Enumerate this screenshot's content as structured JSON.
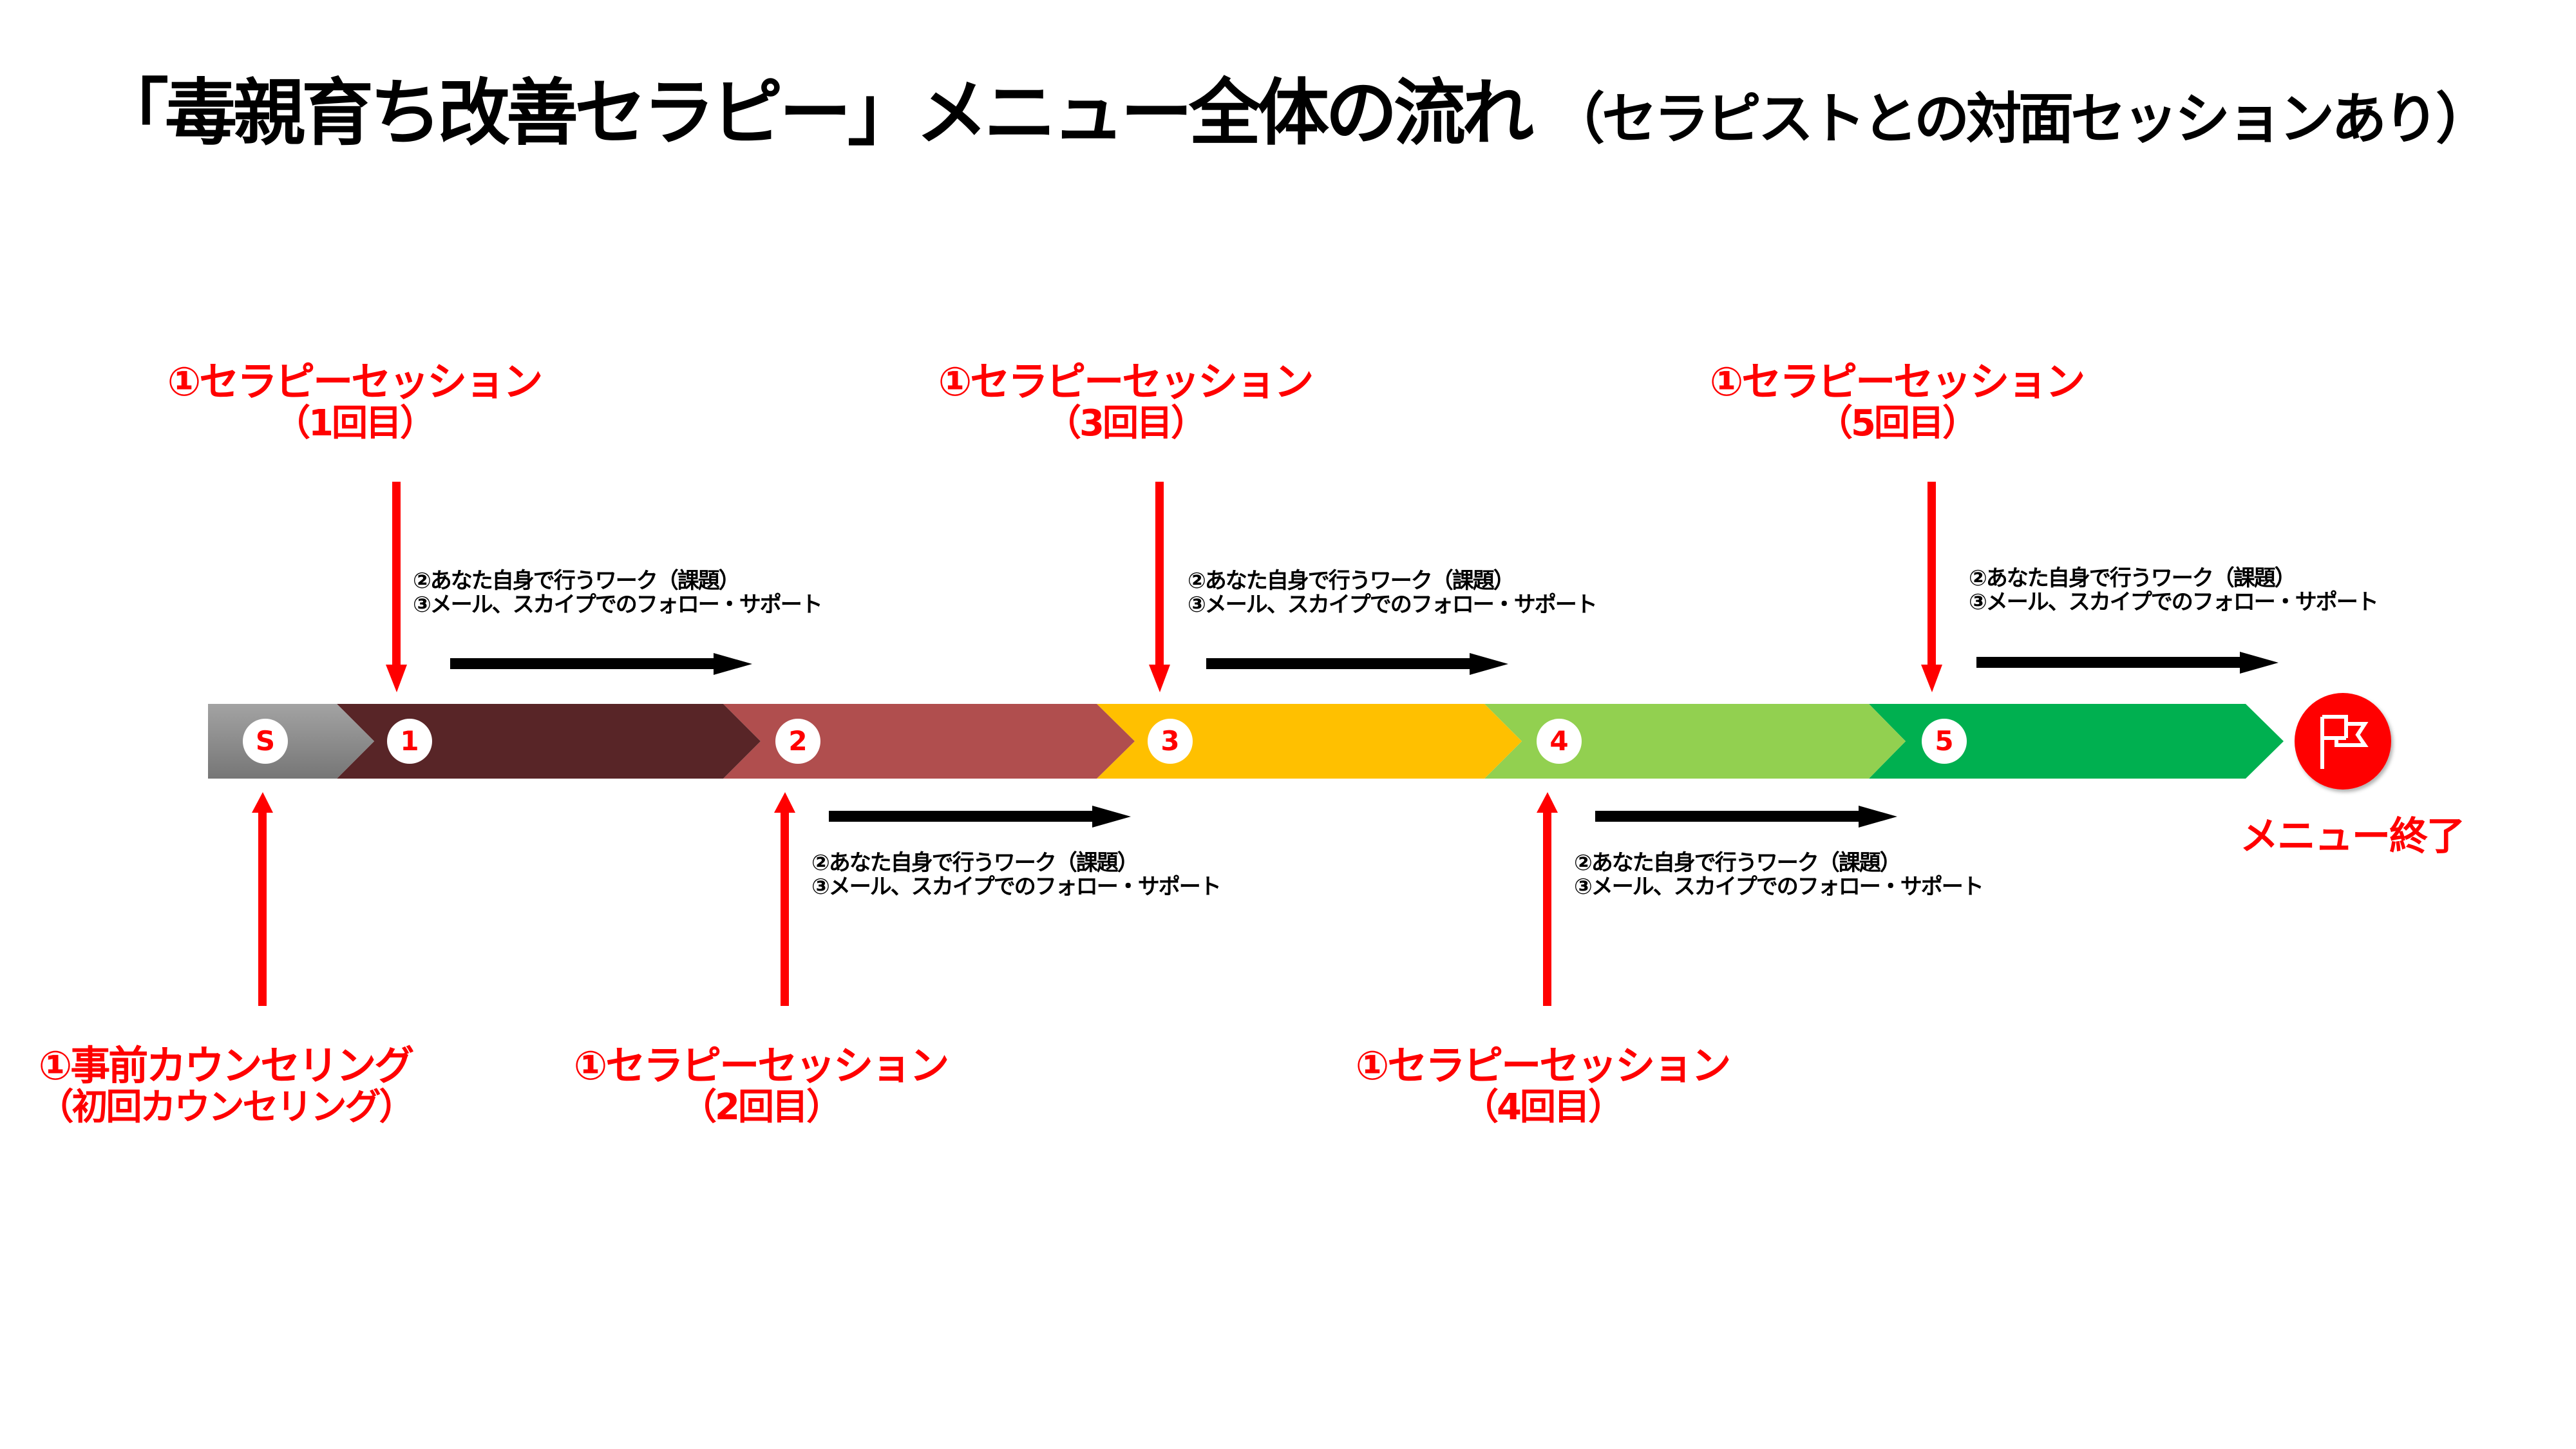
{
  "title": {
    "main": "「毒親育ち改善セラピー」メニュー全体の流れ",
    "sub": "（セラピストとの対面セッションあり）"
  },
  "colors": {
    "accent_red": "#ff0000",
    "stage_s": "#8c8c8c",
    "stage_1": "#582527",
    "stage_2": "#b04e4e",
    "stage_3": "#ffc000",
    "stage_4": "#92d050",
    "stage_5": "#00b050",
    "end": "#ff0000"
  },
  "stages": [
    {
      "badge": "S",
      "color": "#8c8c8c"
    },
    {
      "badge": "1",
      "color": "#582527"
    },
    {
      "badge": "2",
      "color": "#b04e4e"
    },
    {
      "badge": "3",
      "color": "#ffc000"
    },
    {
      "badge": "4",
      "color": "#92d050"
    },
    {
      "badge": "5",
      "color": "#00b050"
    }
  ],
  "sessions": [
    {
      "line1": "①事前カウンセリング",
      "line2": "（初回カウンセリング）",
      "position": "below"
    },
    {
      "line1": "①セラピーセッション",
      "line2": "（1回目）",
      "position": "above"
    },
    {
      "line1": "①セラピーセッション",
      "line2": "（2回目）",
      "position": "below"
    },
    {
      "line1": "①セラピーセッション",
      "line2": "（3回目）",
      "position": "above"
    },
    {
      "line1": "①セラピーセッション",
      "line2": "（4回目）",
      "position": "below"
    },
    {
      "line1": "①セラピーセッション",
      "line2": "（5回目）",
      "position": "above"
    }
  ],
  "work": {
    "line1": "②あなた自身で行うワーク（課題）",
    "line2": "③メール、スカイプでのフォロー・サポート"
  },
  "end": {
    "icon": "flag-icon",
    "label": "メニュー終了"
  }
}
